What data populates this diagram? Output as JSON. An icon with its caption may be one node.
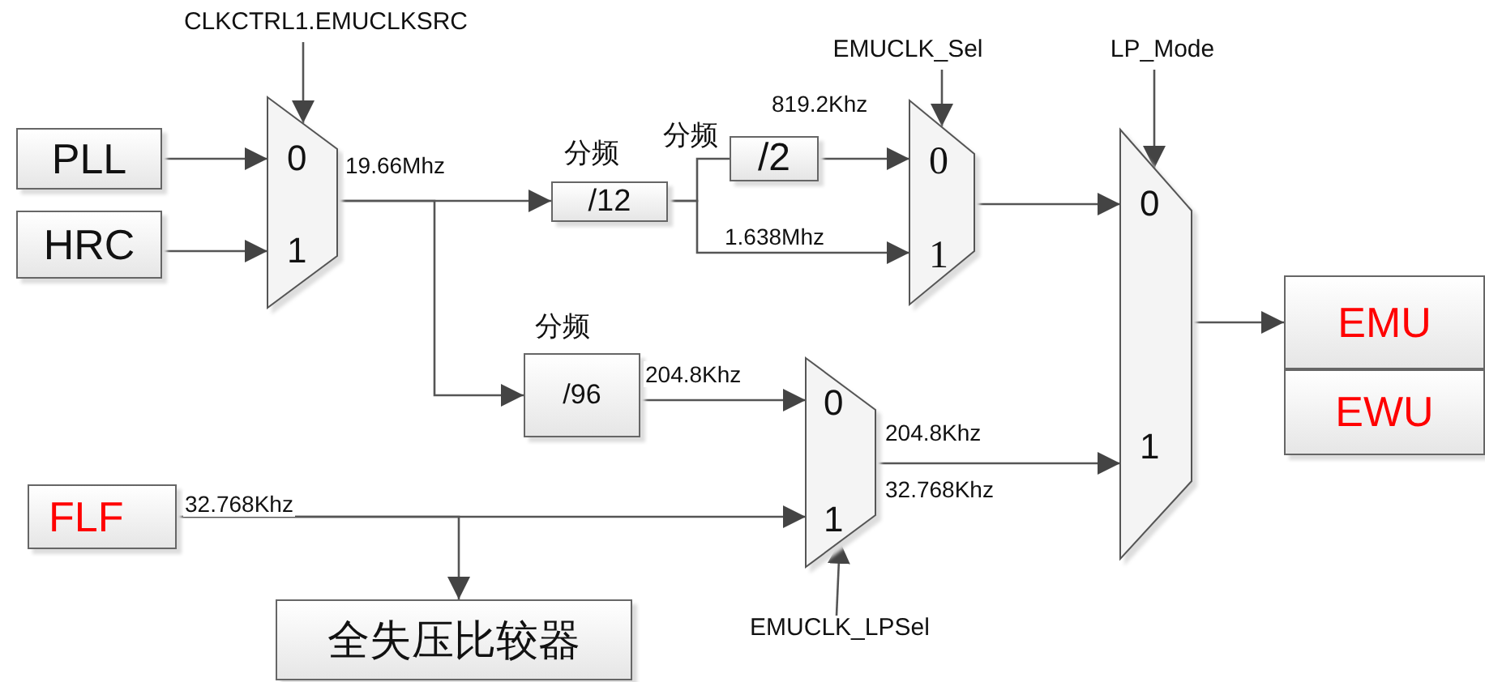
{
  "diagram": {
    "nodes": [
      {
        "text": [
          "CLKCTRL1.EMUCLKSRC"
        ]
      },
      {
        "text": [
          "PLL"
        ]
      },
      {
        "text": [
          "HRC"
        ]
      },
      {
        "text": [
          "0",
          "1"
        ]
      },
      {
        "text": [
          "/12"
        ],
        "beside": [
          "分频"
        ]
      },
      {
        "text": [
          "/2"
        ],
        "beside": [
          "分频"
        ]
      },
      {
        "text": [
          "0",
          "1"
        ]
      },
      {
        "text": [
          "EMUCLK_Sel"
        ]
      },
      {
        "text": [
          "LP_Mode"
        ]
      },
      {
        "text": [
          "0",
          "1"
        ]
      },
      {
        "text": [
          "EMU"
        ]
      },
      {
        "text": [
          "EWU"
        ]
      },
      {
        "text": [
          "/96"
        ],
        "beside": [
          "分频"
        ]
      },
      {
        "text": [
          "0",
          "1"
        ]
      },
      {
        "text": [
          "EMUCLK_LPSel"
        ]
      },
      {
        "text": [
          "FLF"
        ]
      },
      {
        "text": [
          "全失压比较器"
        ]
      }
    ],
    "edges": [
      {
        "from": 0,
        "to": 3,
        "arrow": "to"
      },
      {
        "from": 1,
        "to": 3,
        "arrow": "to"
      },
      {
        "from": 2,
        "to": 3,
        "arrow": "to"
      },
      {
        "from": 3,
        "to": 4,
        "arrow": "to"
      },
      {
        "from": 3,
        "to": 12,
        "arrow": "to"
      },
      {
        "from": 4,
        "to": 5,
        "arrow": "none"
      },
      {
        "from": 4,
        "to": 6,
        "arrow": "to",
        "label": "1.638Mhz"
      },
      {
        "from": 5,
        "to": 6,
        "arrow": "to",
        "label": "819.2Khz"
      },
      {
        "from": 7,
        "to": 6,
        "arrow": "to"
      },
      {
        "from": 6,
        "to": 9,
        "arrow": "to"
      },
      {
        "from": 8,
        "to": 9,
        "arrow": "to"
      },
      {
        "from": 9,
        "to": 10,
        "arrow": "to"
      },
      {
        "from": 12,
        "to": 13,
        "arrow": "to",
        "label": "204.8Khz"
      },
      {
        "from": 15,
        "to": 13,
        "arrow": "to",
        "label": "32.768Khz"
      },
      {
        "from": 15,
        "to": 16,
        "arrow": "to"
      },
      {
        "from": 14,
        "to": 13,
        "arrow": "to"
      },
      {
        "from": 13,
        "to": 9,
        "arrow": "to"
      }
    ],
    "labels": [
      "19.66Mhz",
      "204.8Khz",
      "32.768Khz"
    ]
  }
}
